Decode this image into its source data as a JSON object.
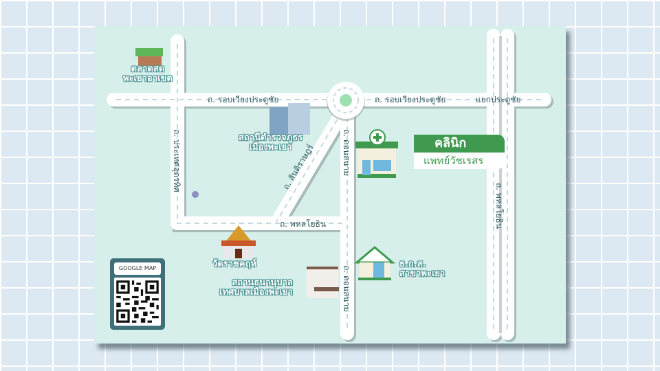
{
  "roads": {
    "top_left": "ถ. รอบเวียงประตูชัย",
    "top_right": "ถ. รอบเวียงประตูชัย",
    "junction": "แยกประตูชัย",
    "left_vertical": "ถ. ประเทศอุดรทิศ",
    "diagonal": "ถ. สันติราษฎร์",
    "bottom": "ถ. พหลโยธิน",
    "center_upper": "ถ. ดอนสนาม",
    "center_lower": "ถ. ดอนสนาม",
    "right_vertical": "ถ. พหลโยธิน"
  },
  "places": {
    "market": [
      "ตลาดสด",
      "พะเยาอาเขต"
    ],
    "police": [
      "สถานีตำรวจภูธร",
      "เมืองพะเยา"
    ],
    "temple": [
      "วัดราชคฤห์"
    ],
    "nursery": [
      "สถานธนานุบาล",
      "เทศบาลเมืองพะเยา"
    ],
    "bank": [
      "ธ.ก.ส.",
      "สาขาพะเยา"
    ]
  },
  "clinic": {
    "line1": "คลินิก",
    "line2": "แพทย์วัชเรสร"
  },
  "qr": {
    "caption": "GOOGLE MAP"
  },
  "colors": {
    "card": "#d6efea",
    "clinic_green": "#3f9a4f",
    "road": "#ffffff",
    "qr_frame": "#3f6f78"
  }
}
